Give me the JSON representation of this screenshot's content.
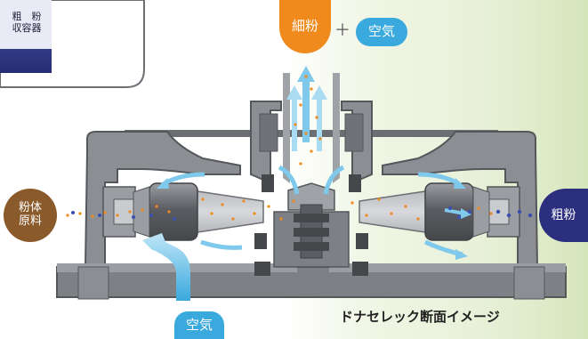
{
  "receiver_panel": {
    "label_line1": "粗　粉",
    "label_line2": "収容器"
  },
  "top_labels": {
    "fine_powder": "細粉",
    "plus": "＋",
    "air": "空気"
  },
  "left_input": {
    "line1": "粉体",
    "line2": "原料"
  },
  "right_output": {
    "label": "粗粉"
  },
  "bottom_air": {
    "label": "空気"
  },
  "caption": "ドナセレック断面イメージ",
  "colors": {
    "fine_orange": "#f08a1c",
    "air_blue": "#3aa9dd",
    "raw_brown": "#8a5a2b",
    "coarse_navy": "#2b2f7e",
    "housing_gray": "#7d8085",
    "rotor_gray": "#5e6065"
  },
  "icons": [
    "flow-arrow-icon",
    "particle-dot-icon"
  ]
}
